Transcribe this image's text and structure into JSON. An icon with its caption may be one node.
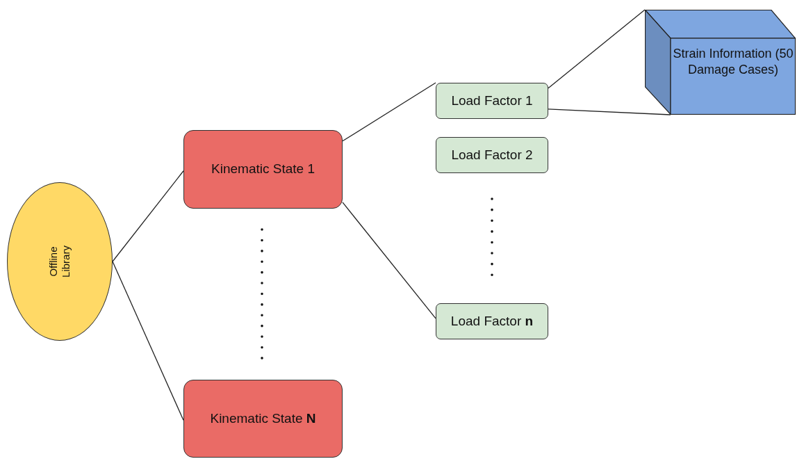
{
  "diagram": {
    "nodes": [
      {
        "text": [
          "Offline Library"
        ]
      },
      {
        "text": [
          "Kinematic State 1"
        ]
      },
      {
        "text": [
          "Kinematic State **N**"
        ]
      },
      {
        "text": [
          "Load Factor 1"
        ]
      },
      {
        "text": [
          "Load Factor 2"
        ]
      },
      {
        "text": [
          "Load Factor **n**"
        ]
      },
      {
        "text": [
          "Strain Information (50 Damage Cases)"
        ]
      }
    ],
    "edges": [
      {
        "from": 0,
        "to": 1,
        "arrow": "none"
      },
      {
        "from": 0,
        "to": 2,
        "arrow": "none"
      },
      {
        "from": 1,
        "to": 3,
        "arrow": "none"
      },
      {
        "from": 1,
        "to": 5,
        "arrow": "none"
      },
      {
        "from": 3,
        "to": 6,
        "arrow": "none"
      },
      {
        "from": 3,
        "to": 6,
        "arrow": "none"
      }
    ]
  }
}
